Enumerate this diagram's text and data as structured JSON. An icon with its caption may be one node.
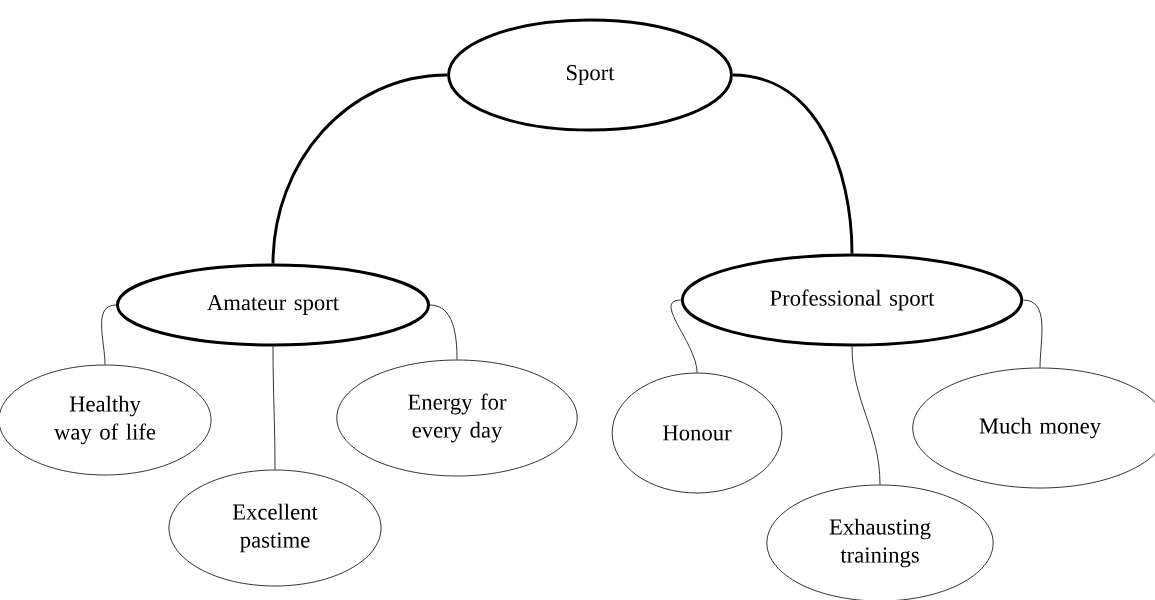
{
  "diagram": {
    "nodes": [
      {
        "text": [
          "Sport"
        ]
      },
      {
        "text": [
          "Amateur sport"
        ]
      },
      {
        "text": [
          "Professional sport"
        ]
      },
      {
        "text": [
          "Healthy way of life"
        ]
      },
      {
        "text": [
          "Excellent pastime"
        ]
      },
      {
        "text": [
          "Energy for every day"
        ]
      },
      {
        "text": [
          "Honour"
        ]
      },
      {
        "text": [
          "Exhausting trainings"
        ]
      },
      {
        "text": [
          "Much money"
        ]
      }
    ],
    "edges": [
      {
        "from": 0,
        "to": 1,
        "arrow": "none",
        "style": "thick"
      },
      {
        "from": 0,
        "to": 2,
        "arrow": "none",
        "style": "thick"
      },
      {
        "from": 1,
        "to": 3,
        "arrow": "none"
      },
      {
        "from": 1,
        "to": 4,
        "arrow": "none"
      },
      {
        "from": 1,
        "to": 5,
        "arrow": "none"
      },
      {
        "from": 2,
        "to": 6,
        "arrow": "none"
      },
      {
        "from": 2,
        "to": 7,
        "arrow": "none"
      },
      {
        "from": 2,
        "to": 8,
        "arrow": "none"
      }
    ]
  }
}
